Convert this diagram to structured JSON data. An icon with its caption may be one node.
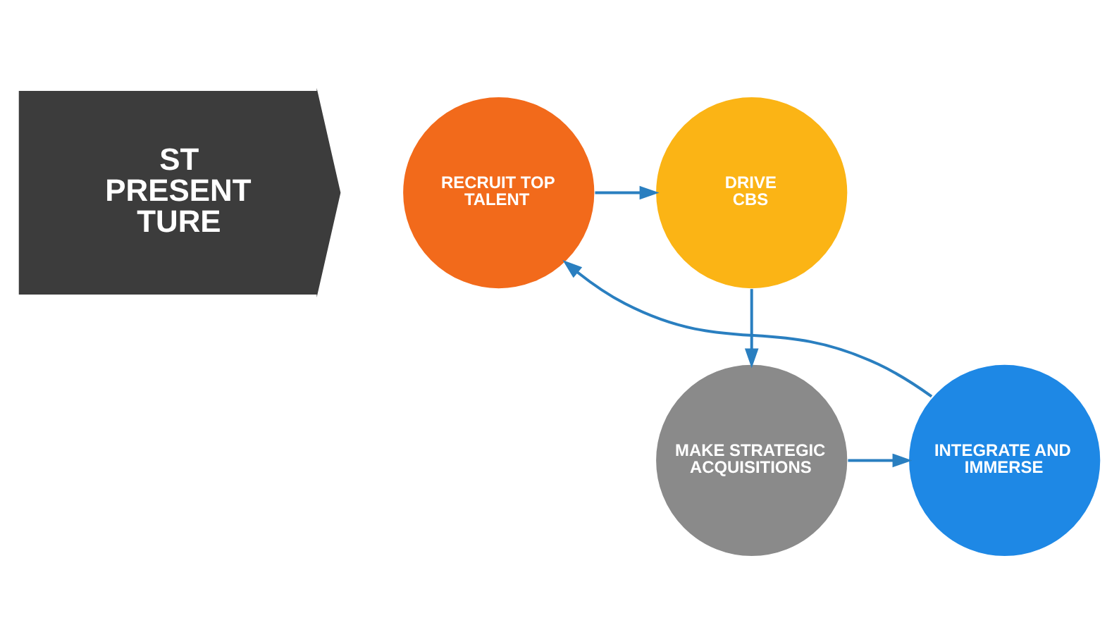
{
  "diagram": {
    "nodes": [
      {
        "text": [
          "ST",
          "PRESENT",
          "TURE"
        ]
      },
      {
        "text": [
          "RECRUIT TOP TALENT"
        ]
      },
      {
        "text": [
          "DRIVE CBS"
        ]
      },
      {
        "text": [
          "INTEGRATE AND IMMERSE"
        ]
      },
      {
        "text": [
          "MAKE STRATEGIC ACQUISITIONS"
        ]
      }
    ],
    "edges": [
      {
        "from": 1,
        "to": 2,
        "arrow": "to"
      },
      {
        "from": 2,
        "to": 4,
        "arrow": "to"
      },
      {
        "from": 4,
        "to": 3,
        "arrow": "to"
      },
      {
        "from": 3,
        "to": 1,
        "arrow": "to"
      }
    ]
  }
}
